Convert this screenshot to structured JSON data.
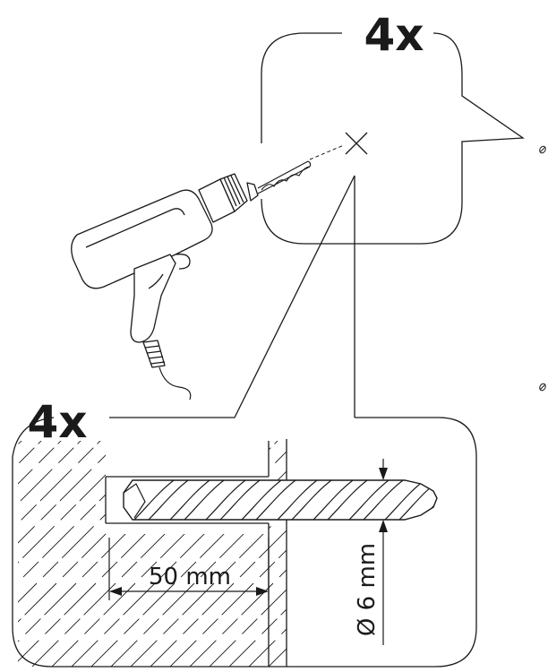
{
  "callouts": {
    "top_quantity": "4x",
    "bottom_quantity": "4x"
  },
  "dimensions": {
    "depth_label": "50 mm",
    "diameter_label": "Ø 6 mm"
  },
  "colors": {
    "stroke": "#1a1a1a",
    "background": "#ffffff"
  },
  "icons": [
    "power-drill-icon",
    "drill-point-cross-icon",
    "drill-bit-icon",
    "wall-hatch-pattern"
  ]
}
